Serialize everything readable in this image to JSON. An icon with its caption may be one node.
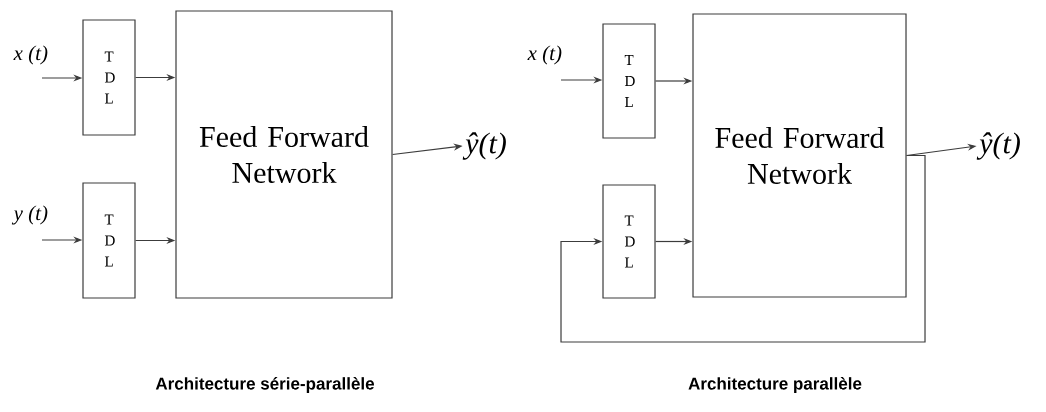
{
  "diagram": {
    "nodes": [
      {
        "text": [
          "T D L"
        ]
      },
      {
        "text": [
          "T D L"
        ]
      },
      {
        "text": [
          "Feed Forward Network"
        ]
      },
      {
        "text": [
          "ŷ(t)"
        ]
      },
      {
        "text": [
          "T D L"
        ]
      },
      {
        "text": [
          "T D L"
        ]
      },
      {
        "text": [
          "Feed Forward Network"
        ]
      },
      {
        "text": [
          "ŷ(t)"
        ]
      }
    ],
    "edges": [
      {
        "from": null,
        "to": 0,
        "arrow": "to",
        "label": "x (t)"
      },
      {
        "from": null,
        "to": 1,
        "arrow": "to",
        "label": "y (t)"
      },
      {
        "from": 0,
        "to": 2,
        "arrow": "to"
      },
      {
        "from": 1,
        "to": 2,
        "arrow": "to"
      },
      {
        "from": 2,
        "to": 3,
        "arrow": "to"
      },
      {
        "from": null,
        "to": 4,
        "arrow": "to",
        "label": "x (t)"
      },
      {
        "from": 4,
        "to": 6,
        "arrow": "to"
      },
      {
        "from": 5,
        "to": 6,
        "arrow": "to"
      },
      {
        "from": 6,
        "to": 7,
        "arrow": "to"
      },
      {
        "from": 6,
        "to": 5,
        "arrow": "to"
      }
    ],
    "labels": [
      "Architecture série-parallèle",
      "Architecture parallèle"
    ]
  }
}
